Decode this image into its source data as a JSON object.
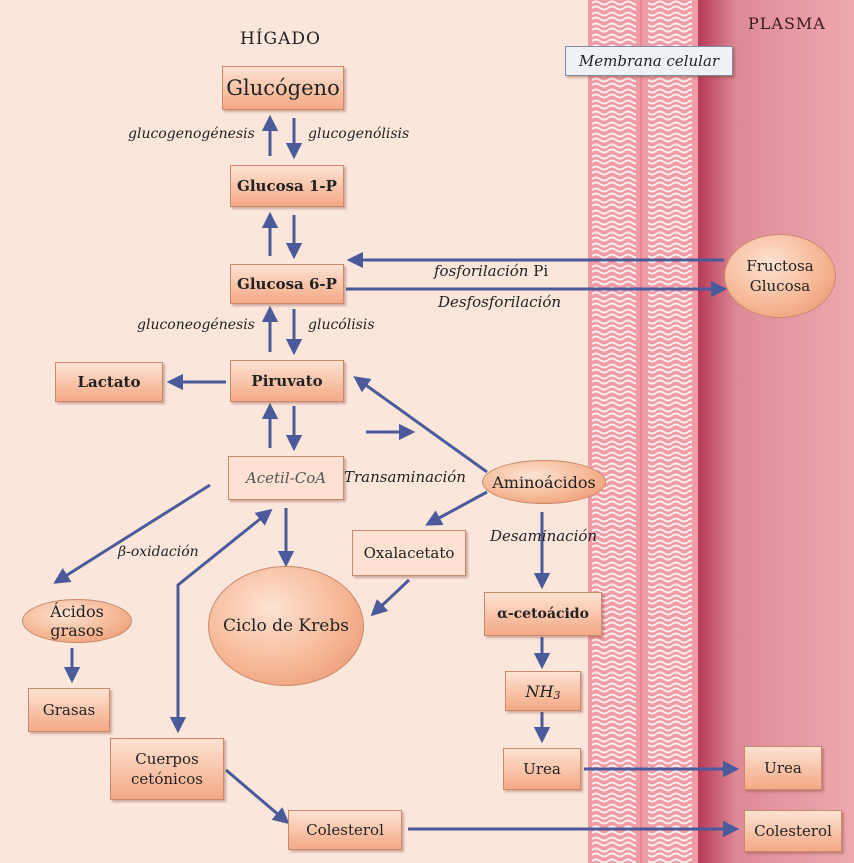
{
  "header": {
    "left": "HÍGADO",
    "right": "PLASMA"
  },
  "membrane_label": "Membrana celular",
  "nodes": {
    "glucogeno": "Glucógeno",
    "glucosa1p": "Glucosa 1-P",
    "glucosa6p": "Glucosa 6-P",
    "piruvato": "Piruvato",
    "lactato": "Lactato",
    "acetilcoa": "Acetil-CoA",
    "aminoacidos": "Aminoácidos",
    "oxalacetato": "Oxalacetato",
    "krebs": "Ciclo de Krebs",
    "acidos_grasos": "Ácidos grasos",
    "grasas": "Grasas",
    "cuerpos_line1": "Cuerpos",
    "cuerpos_line2": "cetónicos",
    "colesterol_liver": "Colesterol",
    "cetoacido": "α-cetoácido",
    "nh3_main": "NH",
    "nh3_sub": "3",
    "urea_liver": "Urea",
    "urea_plasma": "Urea",
    "colesterol_plasma": "Colesterol",
    "fructosa": "Fructosa",
    "glucosa": "Glucosa"
  },
  "labels": {
    "glucogenogenesis": "glucogenogénesis",
    "glucogenolisis": "glucogenólisis",
    "fosforilacion": "fosforilación",
    "pi": "Pi",
    "desfosforilacion": "Desfosforilación",
    "gluconeogenesis": "gluconeogénesis",
    "glucolisis": "glucólisis",
    "transaminacion": "Transaminación",
    "desaminacion": "Desaminación",
    "beta_oxidacion": "β-oxidación"
  },
  "colors": {
    "arrow": "#4a5a9a",
    "background": "#fbe6dc",
    "plasma": "#cc4f6a",
    "membrane": "#f09ca6"
  }
}
